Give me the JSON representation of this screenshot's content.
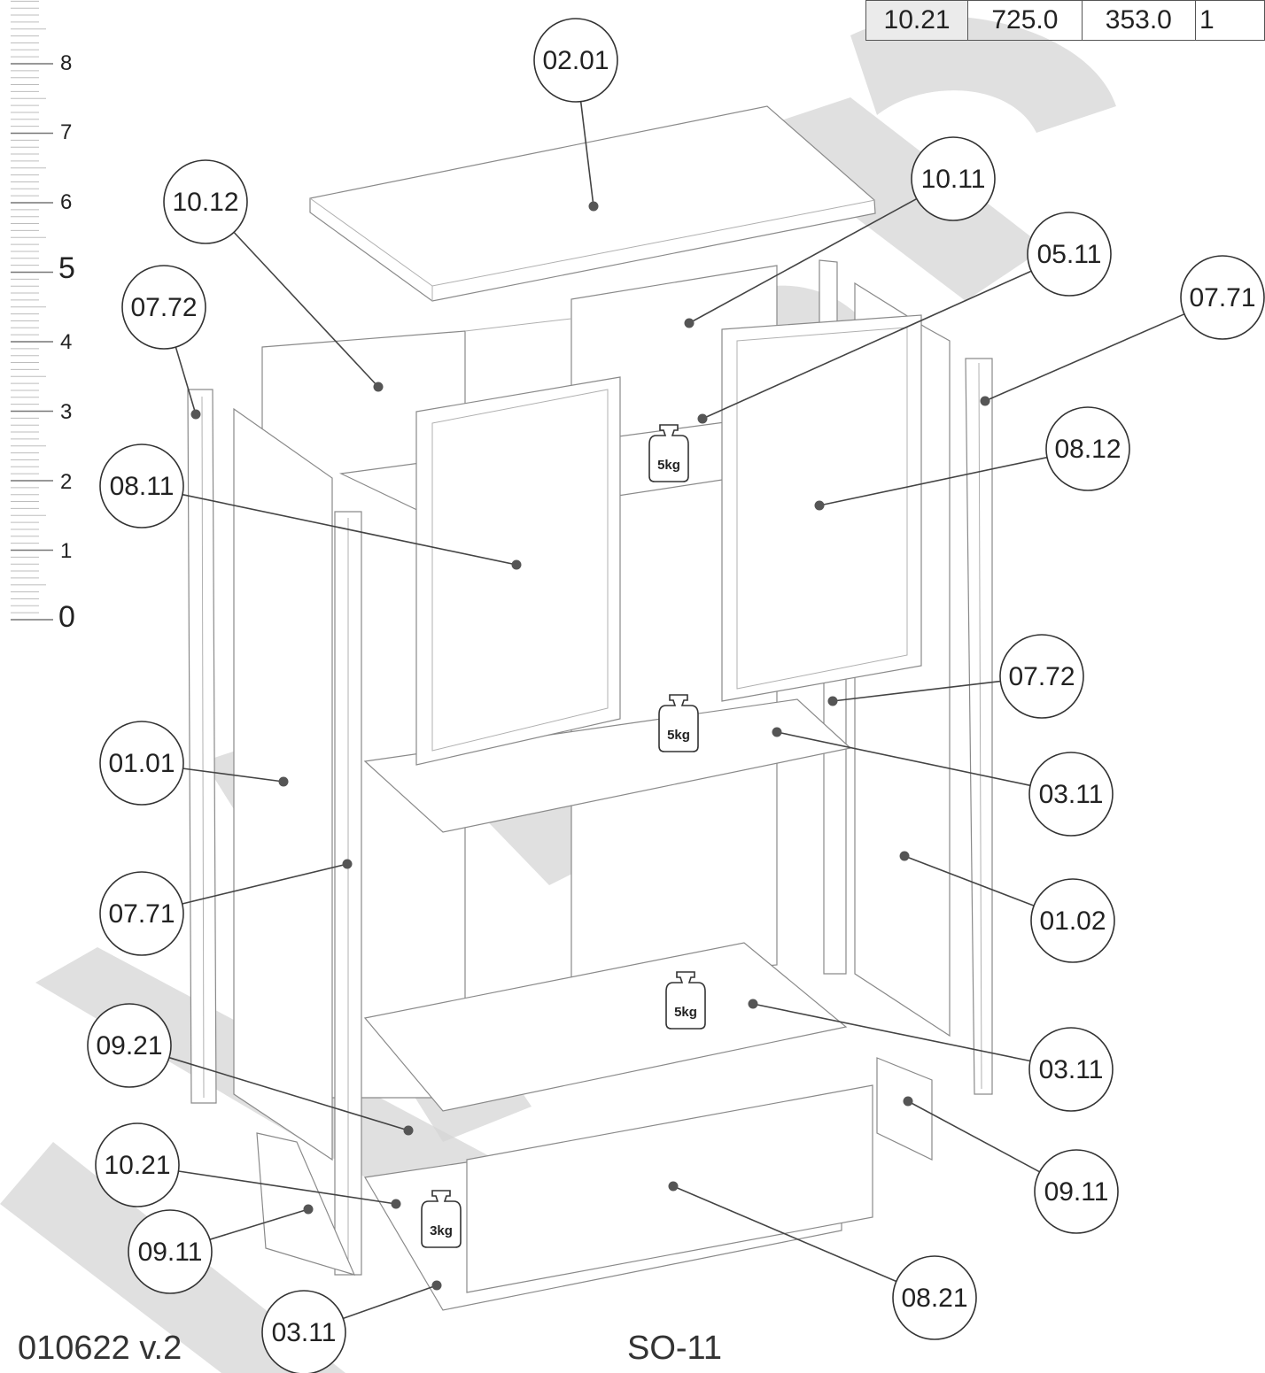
{
  "scale": {
    "labels": [
      {
        "text": "8",
        "big": false
      },
      {
        "text": "7",
        "big": false
      },
      {
        "text": "6",
        "big": false
      },
      {
        "text": "5",
        "big": true
      },
      {
        "text": "4",
        "big": false
      },
      {
        "text": "3",
        "big": false
      },
      {
        "text": "2",
        "big": false
      },
      {
        "text": "1",
        "big": false
      },
      {
        "text": "0",
        "big": true
      }
    ]
  },
  "table": {
    "row": [
      "10.21",
      "725.0",
      "353.0",
      "1"
    ]
  },
  "callouts": [
    {
      "id": "02.01"
    },
    {
      "id": "10.12"
    },
    {
      "id": "10.11"
    },
    {
      "id": "05.11"
    },
    {
      "id": "07.72"
    },
    {
      "id": "07.71"
    },
    {
      "id": "08.12"
    },
    {
      "id": "08.11"
    },
    {
      "id": "07.72"
    },
    {
      "id": "03.11"
    },
    {
      "id": "01.01"
    },
    {
      "id": "01.02"
    },
    {
      "id": "07.71"
    },
    {
      "id": "03.11"
    },
    {
      "id": "09.21"
    },
    {
      "id": "09.11"
    },
    {
      "id": "10.21"
    },
    {
      "id": "09.11"
    },
    {
      "id": "08.21"
    },
    {
      "id": "03.11"
    }
  ],
  "weights": [
    "5kg",
    "5kg",
    "5kg",
    "3kg"
  ],
  "footer": {
    "doc_version": "010622 v.2",
    "model_code": "SO-11"
  },
  "icons": {
    "weight": "weight-icon"
  }
}
